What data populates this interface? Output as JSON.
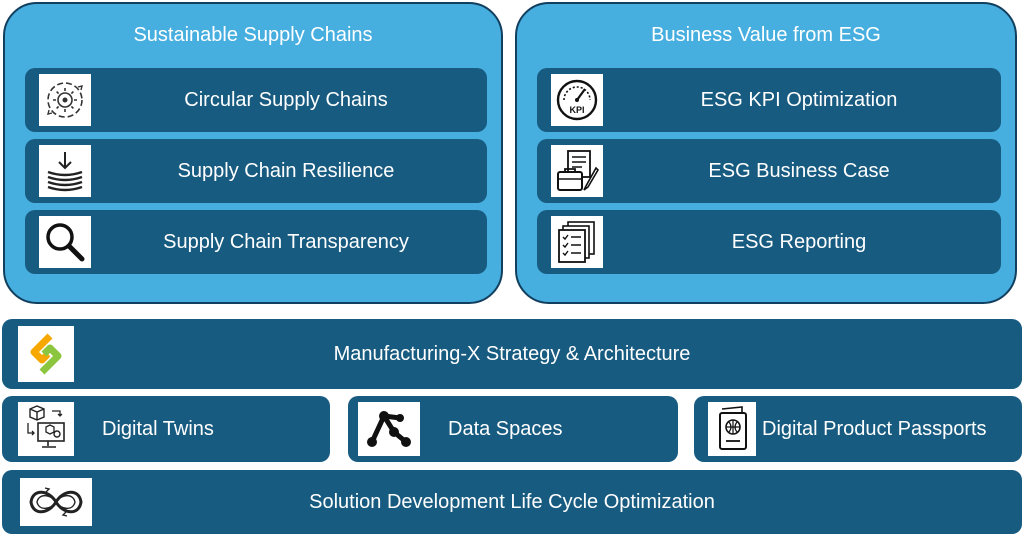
{
  "sustainable": {
    "title": "Sustainable Supply Chains",
    "items": [
      {
        "label": "Circular Supply Chains",
        "icon": "circular-gear-icon"
      },
      {
        "label": "Supply Chain Resilience",
        "icon": "layers-arrow-icon"
      },
      {
        "label": "Supply Chain Transparency",
        "icon": "magnifier-icon"
      }
    ]
  },
  "business": {
    "title": "Business Value from ESG",
    "items": [
      {
        "label": "ESG KPI Optimization",
        "icon": "kpi-gauge-icon",
        "icon_text": "KPI"
      },
      {
        "label": "ESG Business Case",
        "icon": "briefcase-document-icon"
      },
      {
        "label": "ESG Reporting",
        "icon": "report-checklist-icon"
      }
    ]
  },
  "manufacturing": {
    "label": "Manufacturing-X Strategy & Architecture",
    "icon": "manufacturing-x-logo"
  },
  "pillars": [
    {
      "label": "Digital Twins",
      "icon": "digital-twin-icon"
    },
    {
      "label": "Data Spaces",
      "icon": "network-nodes-icon"
    },
    {
      "label": "Digital Product Passports",
      "icon": "passport-icon"
    }
  ],
  "lifecycle": {
    "label": "Solution Development Life Cycle  Optimization",
    "icon": "infinity-loop-icon"
  },
  "colors": {
    "panel": "#47aee0",
    "row": "#185b80",
    "border": "#123f5e",
    "text": "#ffffff"
  }
}
